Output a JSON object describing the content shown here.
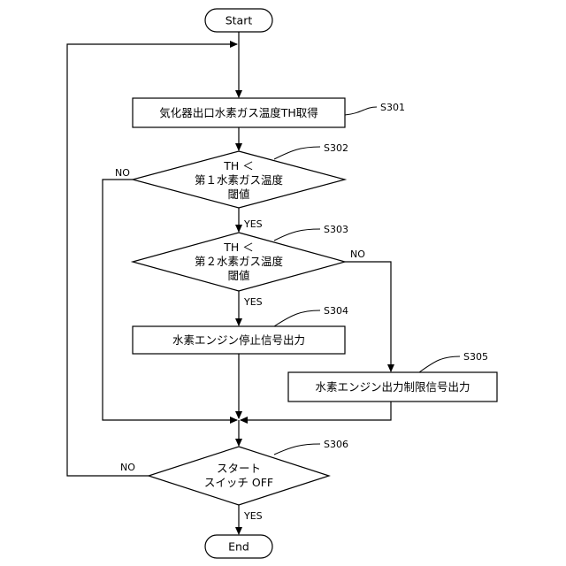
{
  "terminals": {
    "start": "Start",
    "end": "End"
  },
  "process": {
    "s301": "気化器出口水素ガス温度TH取得",
    "s304": "水素エンジン停止信号出力",
    "s305": "水素エンジン出力制限信号出力"
  },
  "decisions": {
    "s302": [
      "TH  ＜",
      "第１水素ガス温度",
      "閾値"
    ],
    "s303": [
      "TH  ＜",
      "第２水素ガス温度",
      "閾値"
    ],
    "s306": [
      "スタート",
      "スイッチ OFF"
    ]
  },
  "step_labels": {
    "s301": "S301",
    "s302": "S302",
    "s303": "S303",
    "s304": "S304",
    "s305": "S305",
    "s306": "S306"
  },
  "branches": {
    "yes": "YES",
    "no": "NO"
  },
  "colors": {
    "stroke": "#000000",
    "background": "#ffffff"
  }
}
